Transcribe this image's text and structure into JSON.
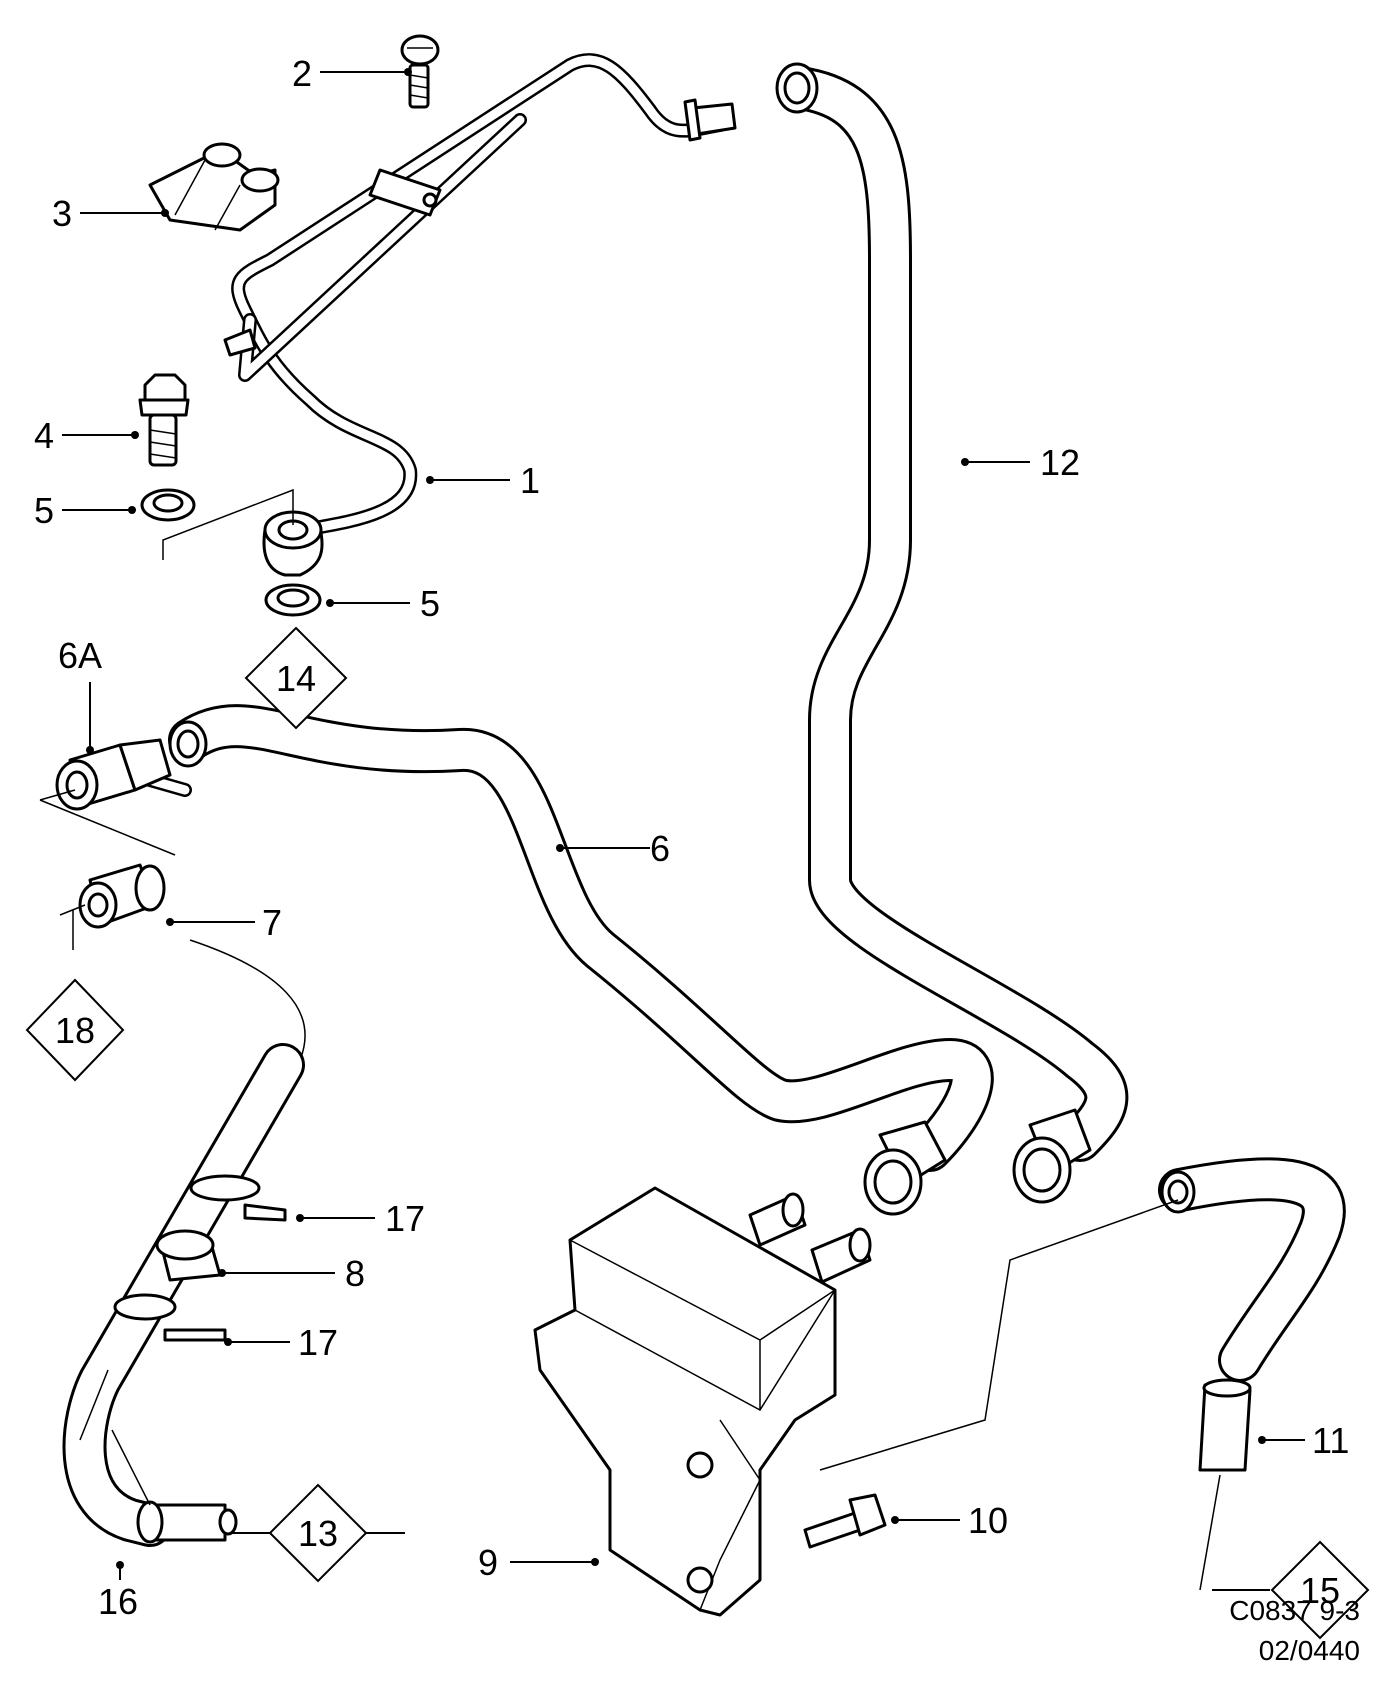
{
  "callouts": {
    "c1": "1",
    "c2": "2",
    "c3": "3",
    "c4": "4",
    "c5a": "5",
    "c5b": "5",
    "c6": "6",
    "c6a": "6A",
    "c7": "7",
    "c8": "8",
    "c9": "9",
    "c10": "10",
    "c11": "11",
    "c12": "12",
    "c16": "16",
    "c17a": "17",
    "c17b": "17"
  },
  "references": {
    "r13": "13",
    "r14": "14",
    "r15": "15",
    "r18": "18"
  },
  "drawing_code": {
    "line1": "C0837 9-3",
    "line2": "02/0440"
  }
}
